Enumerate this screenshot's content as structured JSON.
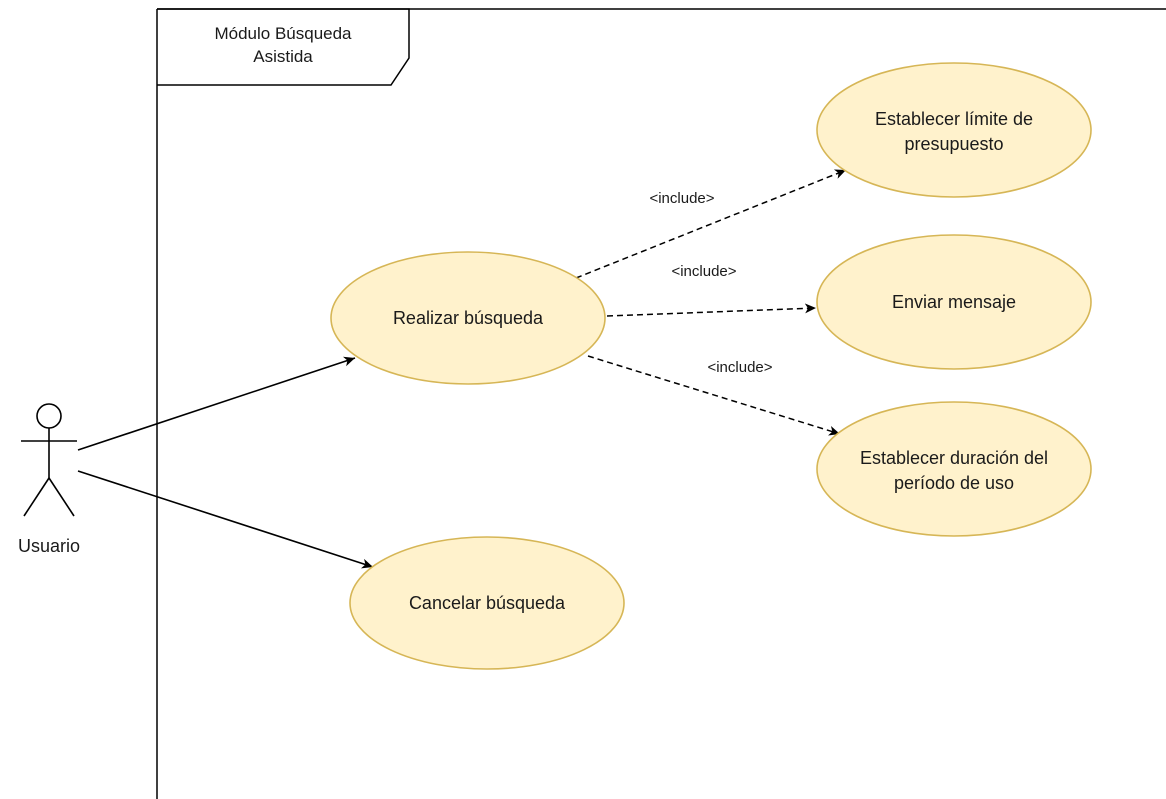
{
  "frame": {
    "line1": "Módulo Búsqueda",
    "line2": "Asistida"
  },
  "actor": {
    "label": "Usuario"
  },
  "use_cases": {
    "realizar": "Realizar búsqueda",
    "cancelar": "Cancelar búsqueda",
    "limite_l1": "Establecer límite de",
    "limite_l2": "presupuesto",
    "enviar": "Enviar mensaje",
    "duracion_l1": "Establecer duración del",
    "duracion_l2": "período de uso"
  },
  "relations": {
    "include_limite": "<include>",
    "include_enviar": "<include>",
    "include_duracion": "<include>"
  },
  "colors": {
    "usecase_fill": "#FFF2CC",
    "usecase_stroke": "#D6B656",
    "line": "#000000"
  }
}
